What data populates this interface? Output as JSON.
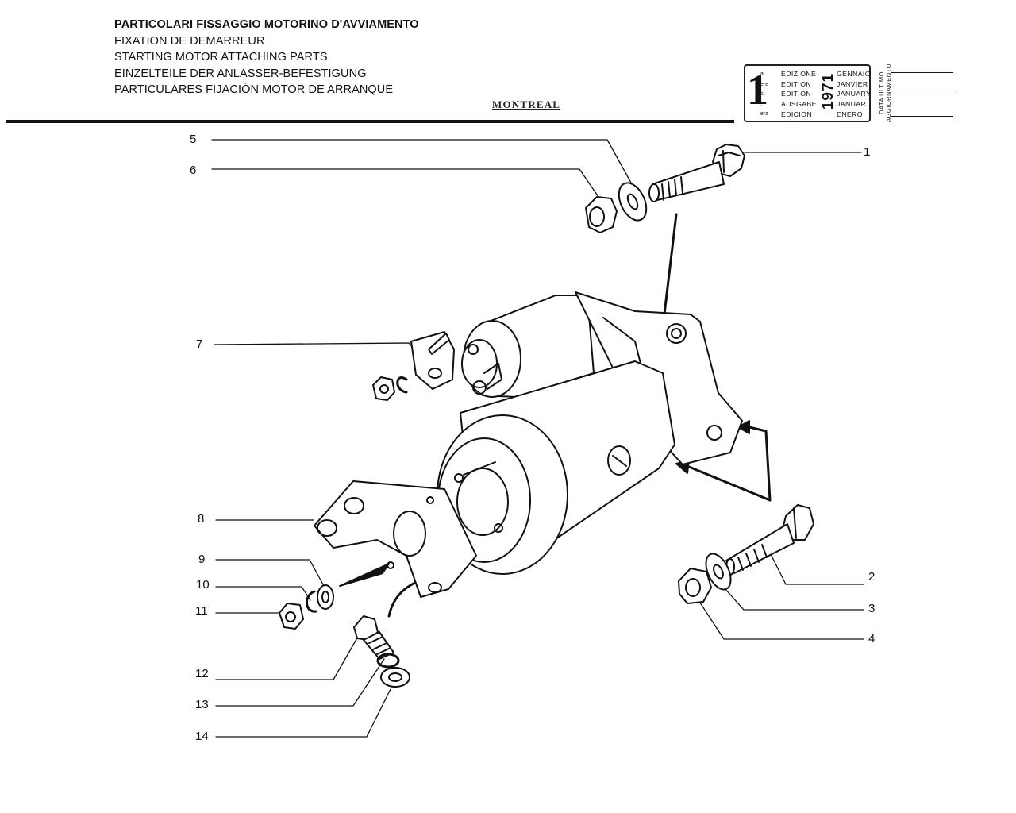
{
  "header": {
    "titles": [
      "PARTICOLARI FISSAGGIO MOTORINO D'AVVIAMENTO",
      "FIXATION DE DEMARREUR",
      "STARTING MOTOR ATTACHING PARTS",
      "EINZELTEILE DER ANLASSER-BEFESTIGUNG",
      "PARTICULARES FIJACIÓN MOTOR DE ARRANQUE"
    ],
    "logo": "MONTREAL"
  },
  "edition_box": {
    "number": "1",
    "ordinals": [
      "a",
      "ere",
      "st",
      ".",
      "era"
    ],
    "edition_words": [
      "EDIZIONE",
      "EDITION",
      "EDITION",
      "AUSGABE",
      "EDICION"
    ],
    "months": [
      "GENNAIO",
      "JANVIER",
      "JANUARY",
      "JANUAR",
      "ENERO"
    ],
    "year": "1971",
    "date_label_1": "DATA ULTIMO",
    "date_label_2": "AGGIORNAMENTO"
  },
  "callouts": {
    "c1": "1",
    "c2": "2",
    "c3": "3",
    "c4": "4",
    "c5": "5",
    "c6": "6",
    "c7": "7",
    "c8": "8",
    "c9": "9",
    "c10": "10",
    "c11": "11",
    "c12": "12",
    "c13": "13",
    "c14": "14"
  }
}
